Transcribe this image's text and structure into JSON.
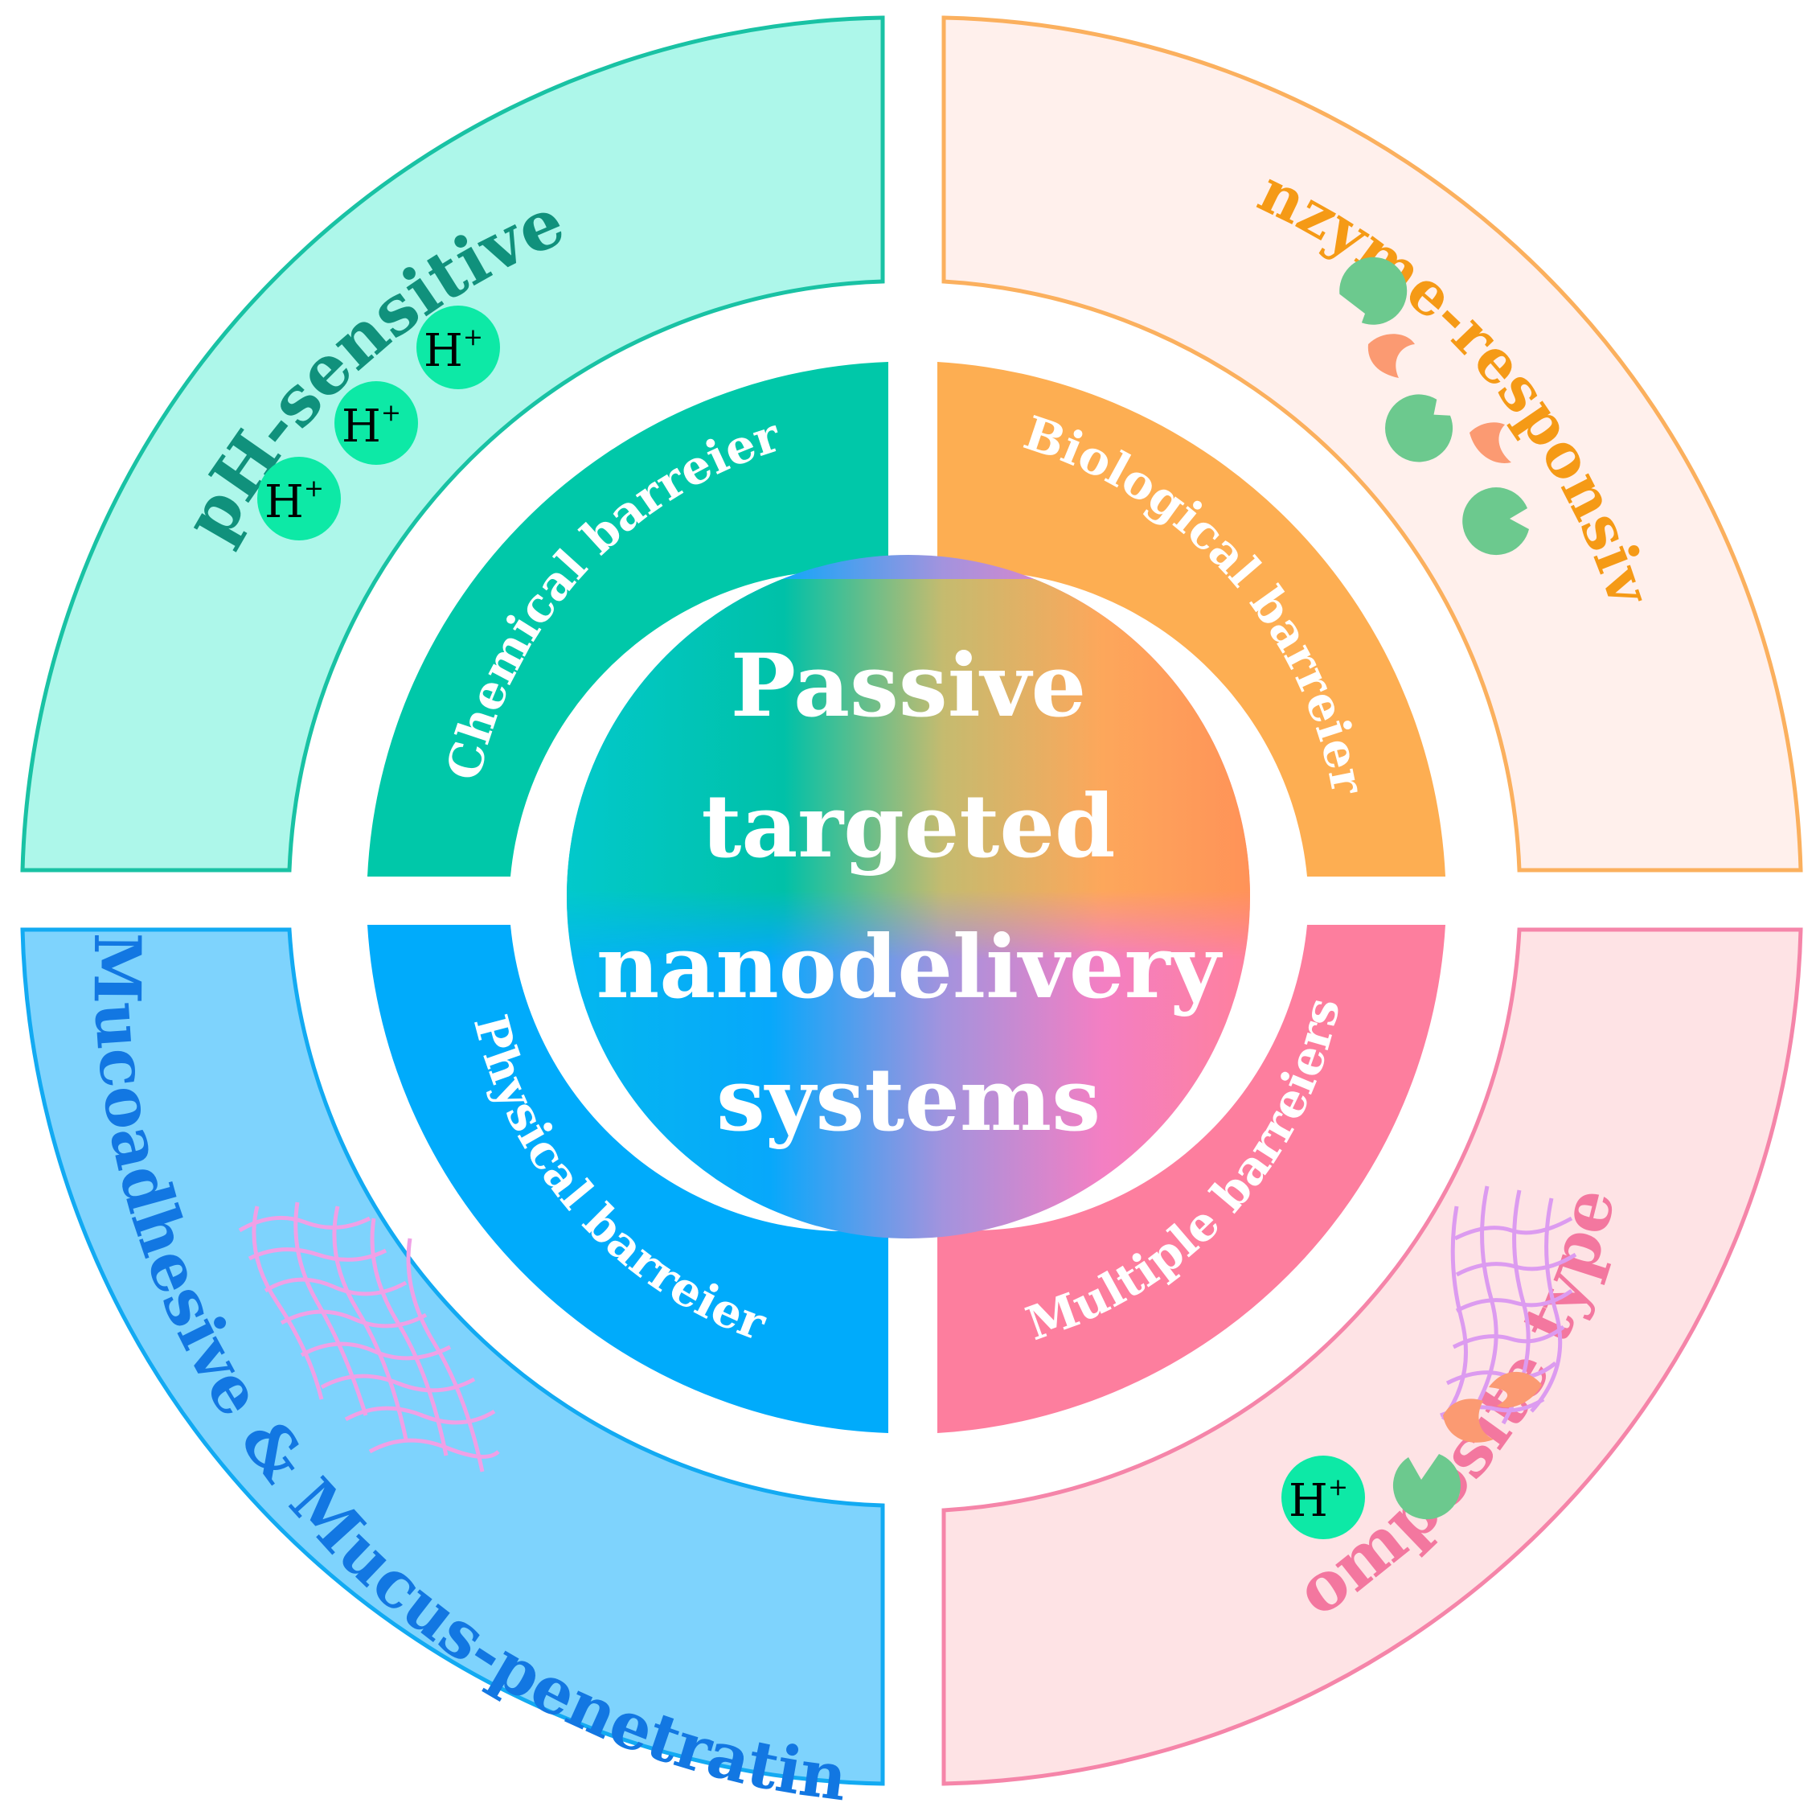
{
  "center": {
    "lines": [
      "Passive",
      "targeted",
      "nanodelivery",
      "systems"
    ]
  },
  "barriers": {
    "chemical": "Chemical barreier",
    "biological": "Biological barreier",
    "physical": "Physical barreier",
    "multiple": "Multiple barreiers"
  },
  "outer": {
    "ph": "pH-sensitive",
    "enzyme": "Enzyme-responsive",
    "mucus": "Mucoadhesive & Mucus-penetrating",
    "composite": "Composite types"
  },
  "ion": {
    "base": "H",
    "sup": "+"
  },
  "colors": {
    "teal_fill": "#adf7ea",
    "teal_stroke": "#19c2a4",
    "teal_text": "#10917c",
    "orange_fill": "#fff0ec",
    "orange_stroke": "#fbb05e",
    "orange_text": "#f59a16",
    "blue_fill": "#7ed3fd",
    "blue_stroke": "#12aaf2",
    "blue_text": "#1277e2",
    "pink_fill": "#fee3e5",
    "pink_stroke": "#f585a9",
    "pink_text": "#f3779f",
    "chemical_band": "#00c8a9",
    "biological_band": "#fdae52",
    "physical_band": "#00abfb",
    "multiple_band": "#fd7e9e",
    "ion_circle": "#0de9a6",
    "pac_green": "#6cc98e",
    "pac_orange": "#fb9a72",
    "mesh_pink": "#f0a0e6",
    "mesh_purple": "#dc9bf0"
  }
}
